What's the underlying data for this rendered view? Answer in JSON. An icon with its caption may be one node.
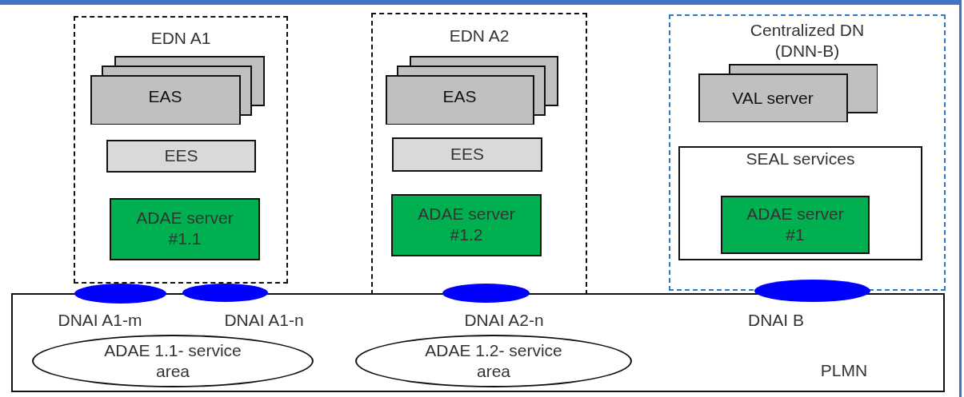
{
  "diagram": {
    "nodes": [
      {
        "text": [
          "EDN A1"
        ]
      },
      {
        "text": [
          "EAS"
        ],
        "in": 0
      },
      {
        "text": [
          "EES"
        ],
        "in": 0
      },
      {
        "text": [
          "ADAE server #1.1"
        ],
        "in": 0
      },
      {
        "text": [
          "EDN A2"
        ]
      },
      {
        "text": [
          "EAS"
        ],
        "in": 4
      },
      {
        "text": [
          "EES"
        ],
        "in": 4
      },
      {
        "text": [
          "ADAE server #1.2"
        ],
        "in": 4
      },
      {
        "text": [
          "Centralized DN (DNN-B)"
        ]
      },
      {
        "text": [
          "VAL server"
        ],
        "in": 8
      },
      {
        "text": [
          "SEAL services"
        ],
        "in": 8
      },
      {
        "text": [
          "ADAE server #1"
        ],
        "in": 10
      },
      {
        "text": [
          "PLMN"
        ]
      },
      {
        "text": [],
        "shape": "ellipse",
        "beside": [
          "DNAI A1-m"
        ]
      },
      {
        "text": [],
        "shape": "ellipse",
        "beside": [
          "DNAI A1-n"
        ]
      },
      {
        "text": [],
        "shape": "ellipse",
        "beside": [
          "DNAI A2-n"
        ]
      },
      {
        "text": [],
        "shape": "ellipse",
        "beside": [
          "DNAI B"
        ]
      },
      {
        "text": [
          "ADAE 1.1- service area"
        ],
        "in": 12
      },
      {
        "text": [
          "ADAE 1.2- service area"
        ],
        "in": 12
      }
    ],
    "edges": []
  }
}
